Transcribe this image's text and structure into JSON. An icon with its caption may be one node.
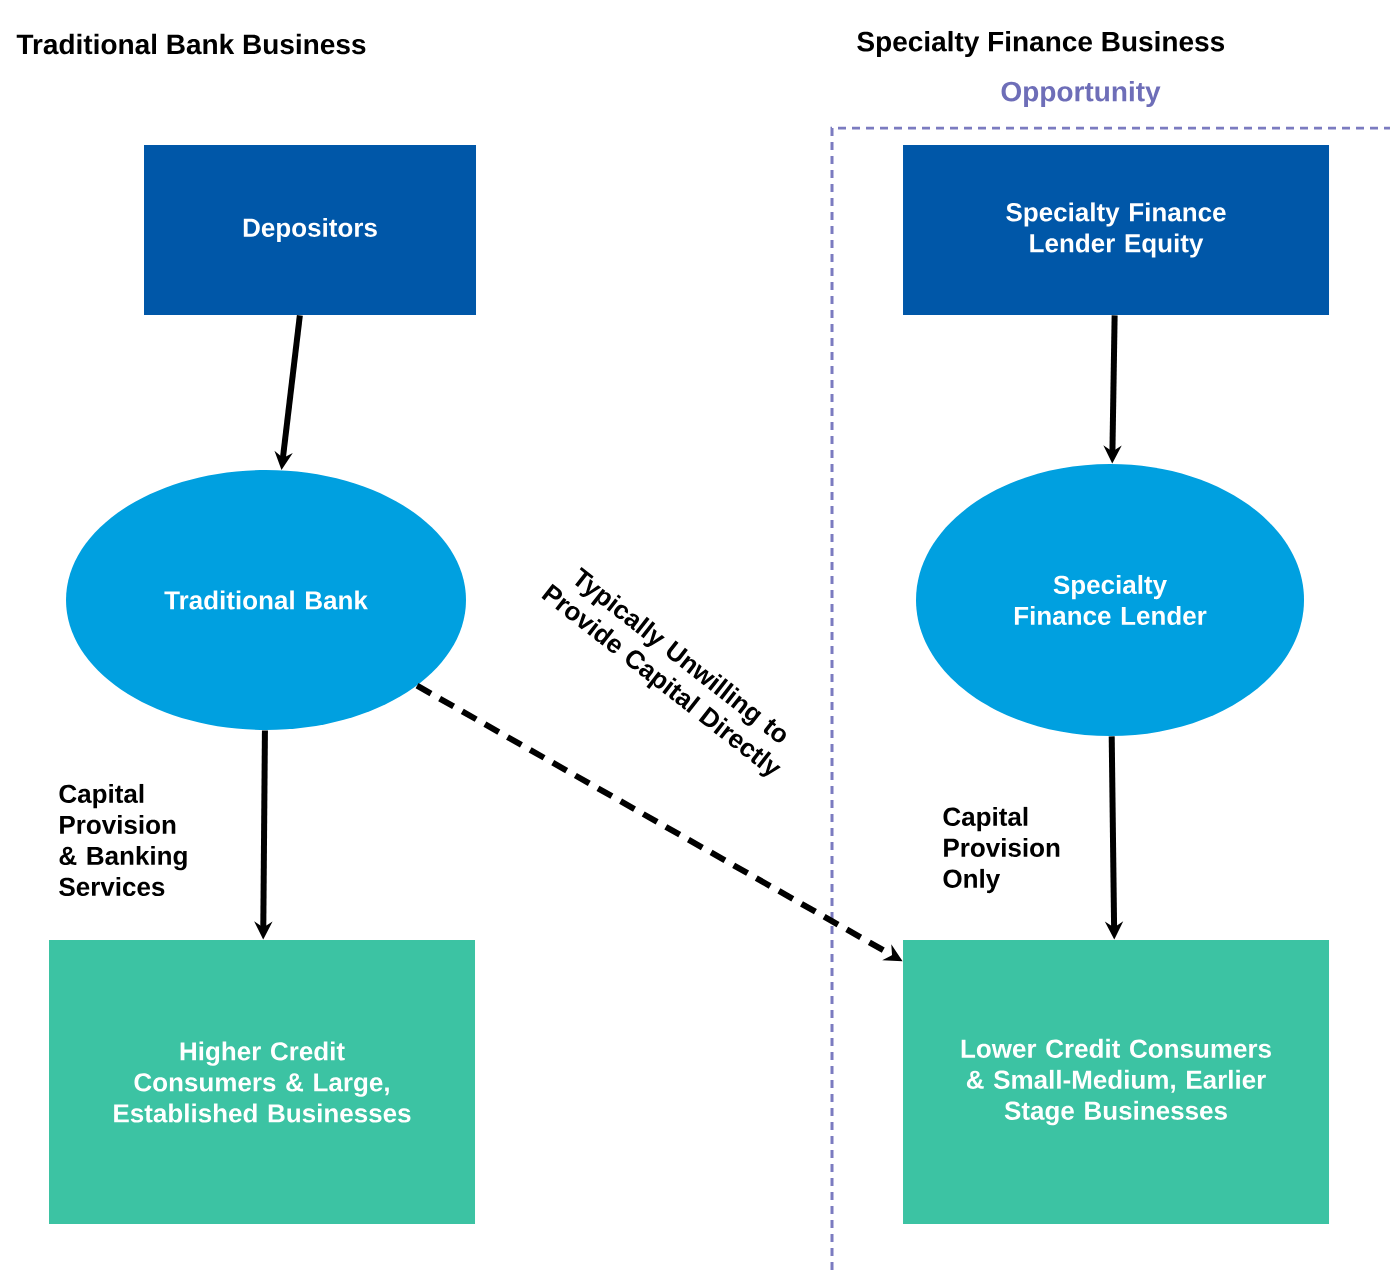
{
  "diagram": {
    "nodes": [
      {
        "text": [
          "Depositors"
        ]
      },
      {
        "text": [
          "Traditional Bank"
        ]
      },
      {
        "text": [
          "Higher Credit Consumers & Large, Established Businesses"
        ]
      },
      {
        "text": [
          "Specialty Finance Lender Equity"
        ]
      },
      {
        "text": [
          "Specialty Finance Lender"
        ]
      },
      {
        "text": [
          "Lower Credit Consumers & Small-Medium, Earlier Stage Businesses"
        ]
      }
    ],
    "edges": [
      {
        "from": 0,
        "to": 1,
        "arrow": "to"
      },
      {
        "from": 1,
        "to": 2,
        "arrow": "to",
        "label": "Capital Provision & Banking Services"
      },
      {
        "from": 3,
        "to": 4,
        "arrow": "to"
      },
      {
        "from": 4,
        "to": 5,
        "arrow": "to",
        "label": "Capital Provision Only"
      },
      {
        "from": 1,
        "to": 5,
        "arrow": "to",
        "style": "dashed",
        "label": "Typically Unwilling to Provide Capital Directly"
      }
    ],
    "labels": [
      "Traditional Bank Business",
      "Specialty Finance Business",
      "Opportunity"
    ]
  }
}
